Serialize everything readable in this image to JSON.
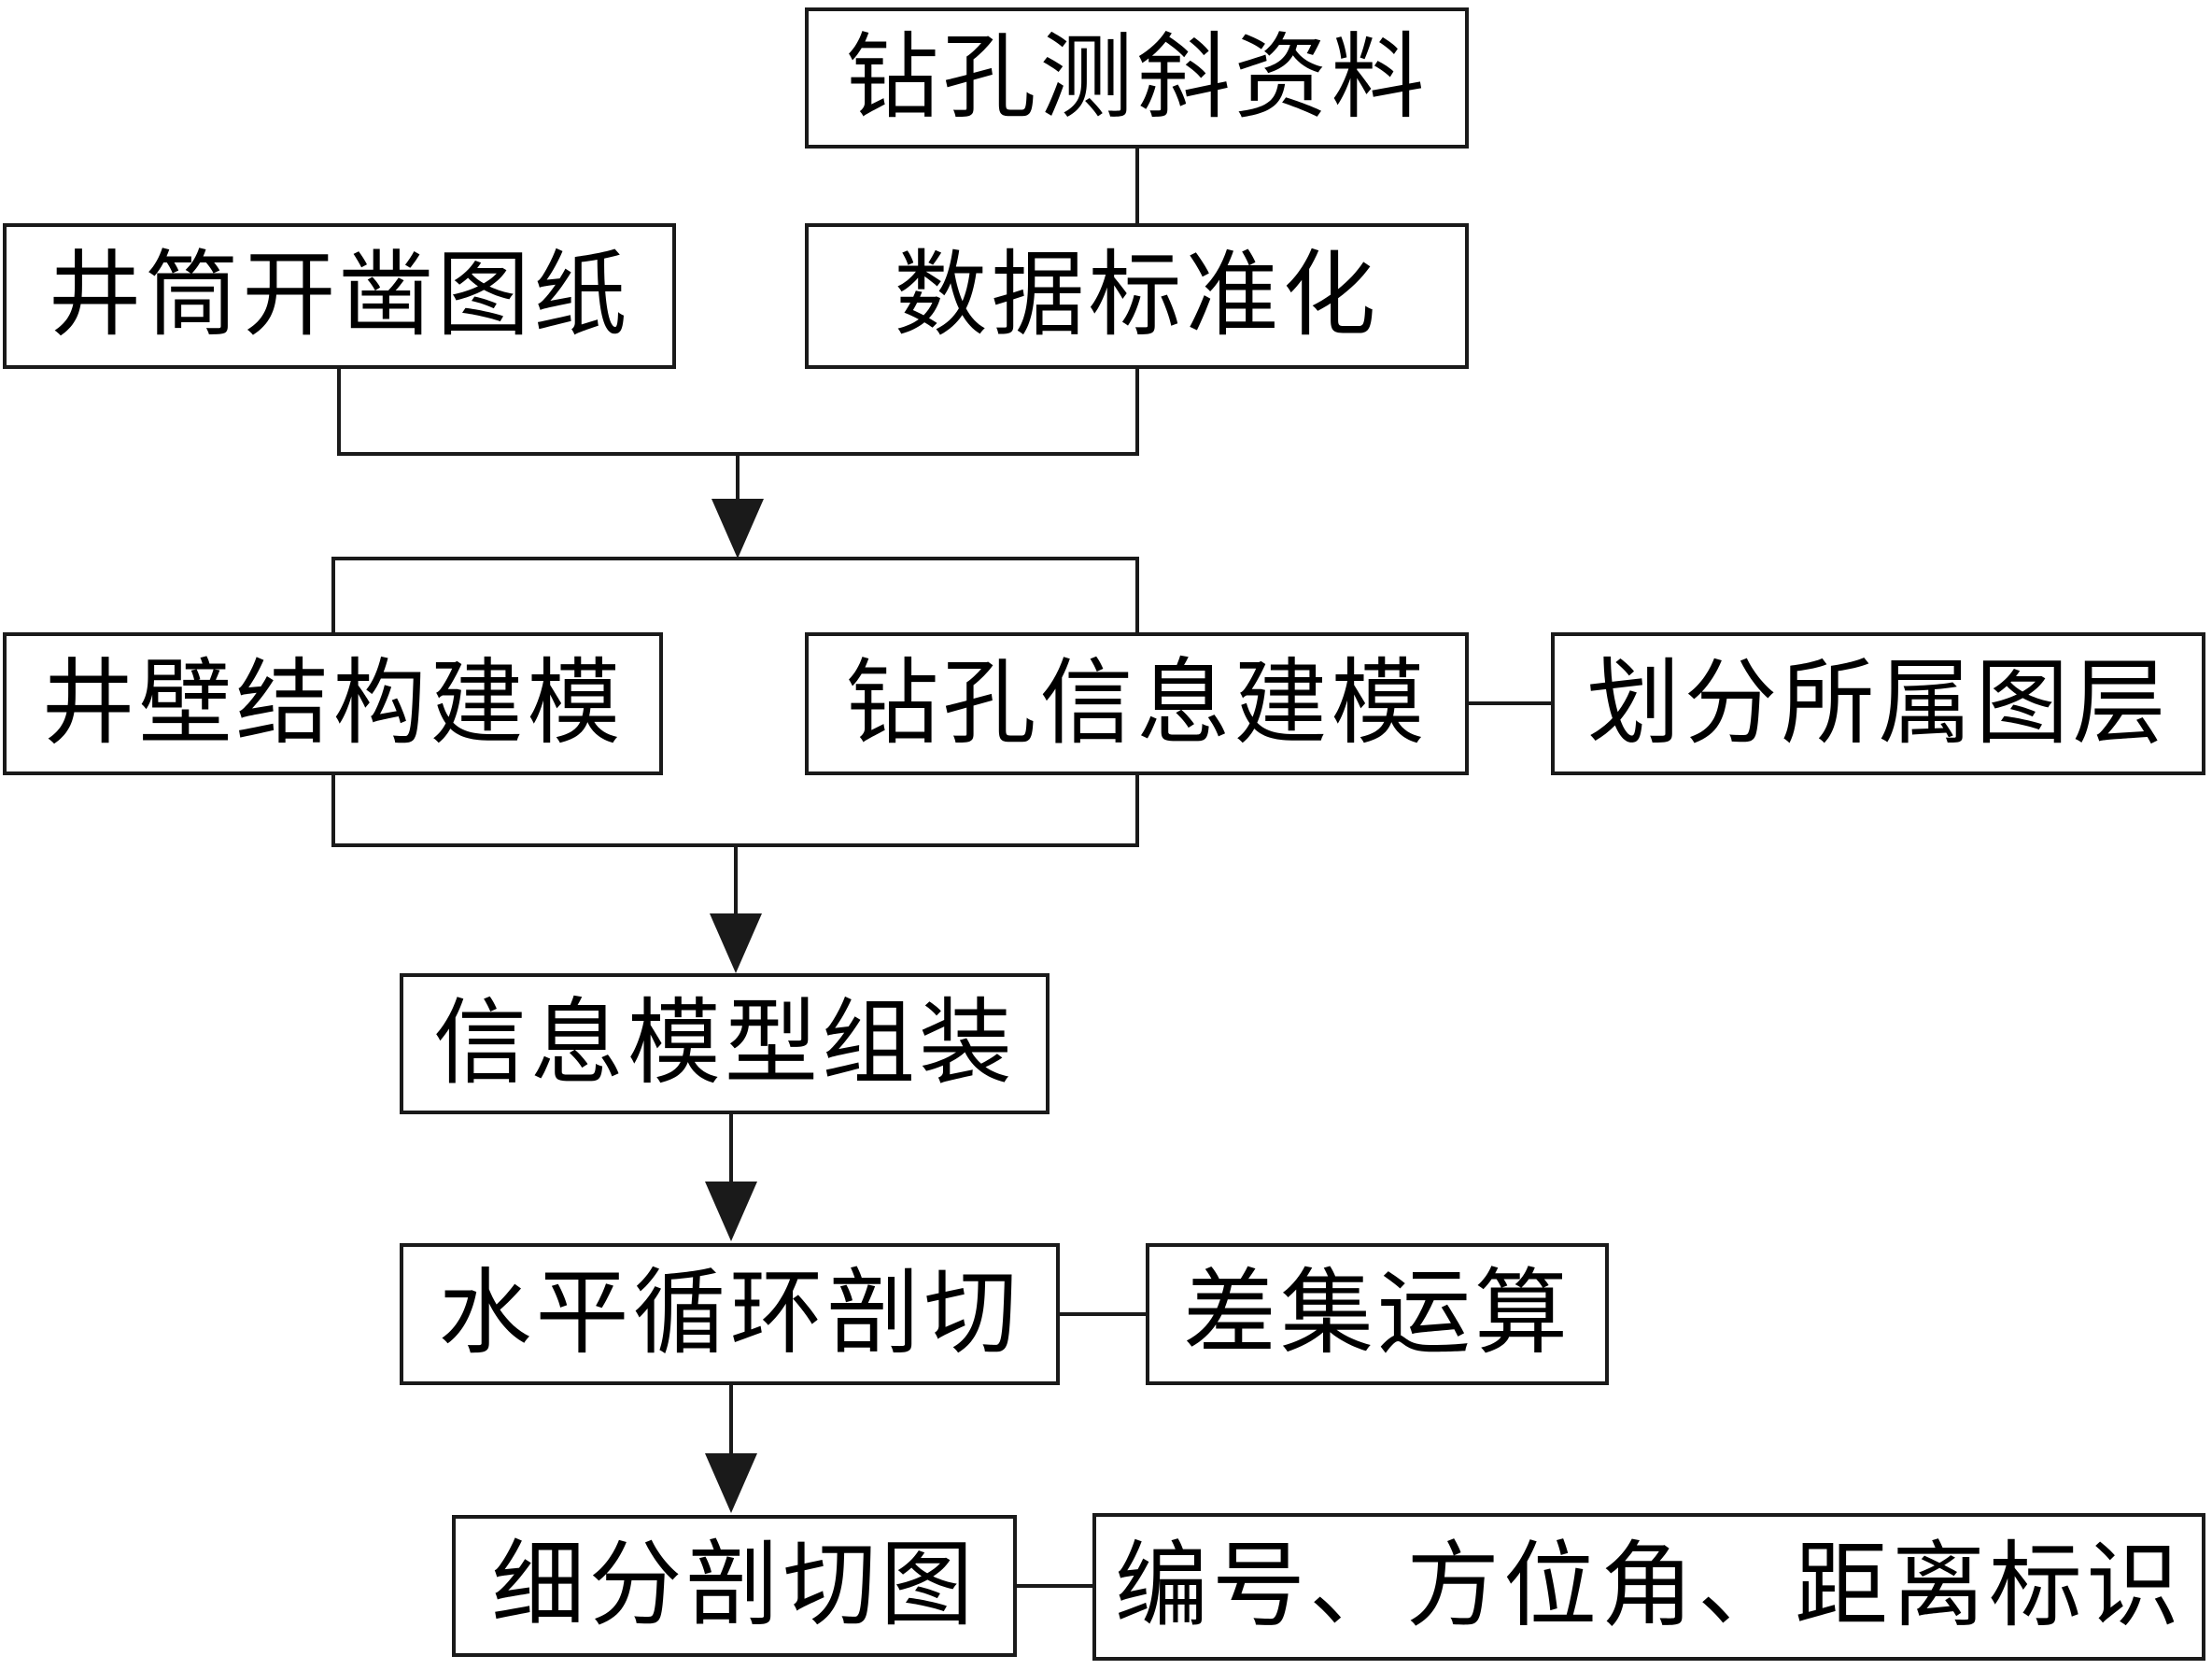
{
  "diagram": {
    "type": "flowchart",
    "language": "zh",
    "nodes": {
      "drilling_survey_data": {
        "label": "钻孔测斜资料"
      },
      "shaft_drawings": {
        "label": "井筒开凿图纸"
      },
      "data_standardization": {
        "label": "数据标准化"
      },
      "shaft_wall_modeling": {
        "label": "井壁结构建模"
      },
      "borehole_info_modeling": {
        "label": "钻孔信息建模"
      },
      "layer_division": {
        "label": "划分所属图层"
      },
      "info_model_assembly": {
        "label": "信息模型组装"
      },
      "horizontal_cyclic_sectioning": {
        "label": "水平循环剖切"
      },
      "difference_operation": {
        "label": "差集运算"
      },
      "subdivided_section_drawing": {
        "label": "细分剖切图"
      },
      "labeling": {
        "label": "编号、方位角、距离标识"
      }
    },
    "edges": [
      {
        "from": "drilling_survey_data",
        "to": "data_standardization",
        "style": "plain"
      },
      {
        "from": [
          "shaft_drawings",
          "data_standardization"
        ],
        "to": [
          "shaft_wall_modeling",
          "borehole_info_modeling"
        ],
        "style": "arrow"
      },
      {
        "from": "borehole_info_modeling",
        "to": "layer_division",
        "style": "plain"
      },
      {
        "from": [
          "shaft_wall_modeling",
          "borehole_info_modeling"
        ],
        "to": "info_model_assembly",
        "style": "arrow"
      },
      {
        "from": "info_model_assembly",
        "to": "horizontal_cyclic_sectioning",
        "style": "arrow"
      },
      {
        "from": "horizontal_cyclic_sectioning",
        "to": "difference_operation",
        "style": "plain"
      },
      {
        "from": "horizontal_cyclic_sectioning",
        "to": "subdivided_section_drawing",
        "style": "arrow"
      },
      {
        "from": "subdivided_section_drawing",
        "to": "labeling",
        "style": "plain"
      }
    ],
    "colors": {
      "background": "#ffffff",
      "box_fill": "#ffffff",
      "line": "#1a1a1a",
      "text": "#000000"
    }
  }
}
